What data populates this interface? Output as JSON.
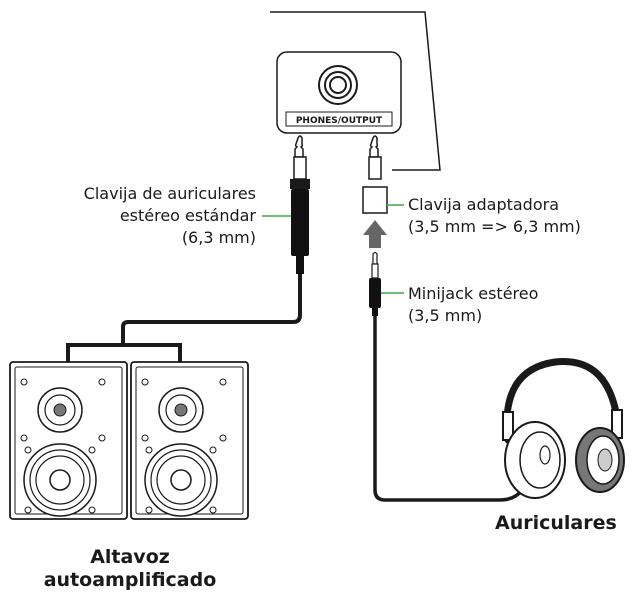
{
  "panel": {
    "jack_label": "PHONES/OUTPUT"
  },
  "labels": {
    "std_plug_line1": "Clavija de auriculares",
    "std_plug_line2": "estéreo estándar",
    "std_plug_line3": "(6,3 mm)",
    "adapter_line1": "Clavija adaptadora",
    "adapter_line2": "(3,5 mm => 6,3 mm)",
    "minijack_line1": "Minijack estéreo",
    "minijack_line2": "(3,5 mm)",
    "speakers_line1": "Altavoz",
    "speakers_line2": "autoamplificado",
    "headphones": "Auriculares"
  },
  "colors": {
    "leader_line": "#3aa845",
    "cable": "#1a1a1a",
    "arrow": "#666666"
  }
}
